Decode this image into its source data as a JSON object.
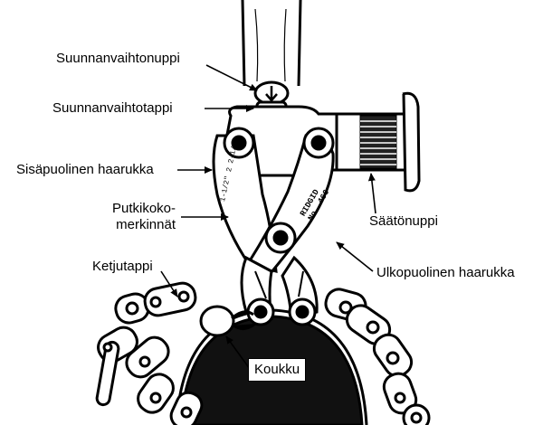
{
  "labels": {
    "direction_knob": "Suunnanvaihtonuppi",
    "direction_pin": "Suunnanvaihtotappi",
    "inner_fork": "Sisäpuolinen haarukka",
    "size_markings_line1": "Putkikoko-",
    "size_markings_line2": "merkinnät",
    "adjustment_knob": "Säätönuppi",
    "outer_fork": "Ulkopuolinen haarukka",
    "chain_pin": "Ketjutappi",
    "hook": "Koukku"
  },
  "engravings": {
    "left_fork": "1-1/2\" 2 2-1/2",
    "right_fork_line1": "RIDGID",
    "right_fork_line2": "No. 466"
  },
  "colors": {
    "ink": "#000000",
    "paper": "#ffffff"
  }
}
